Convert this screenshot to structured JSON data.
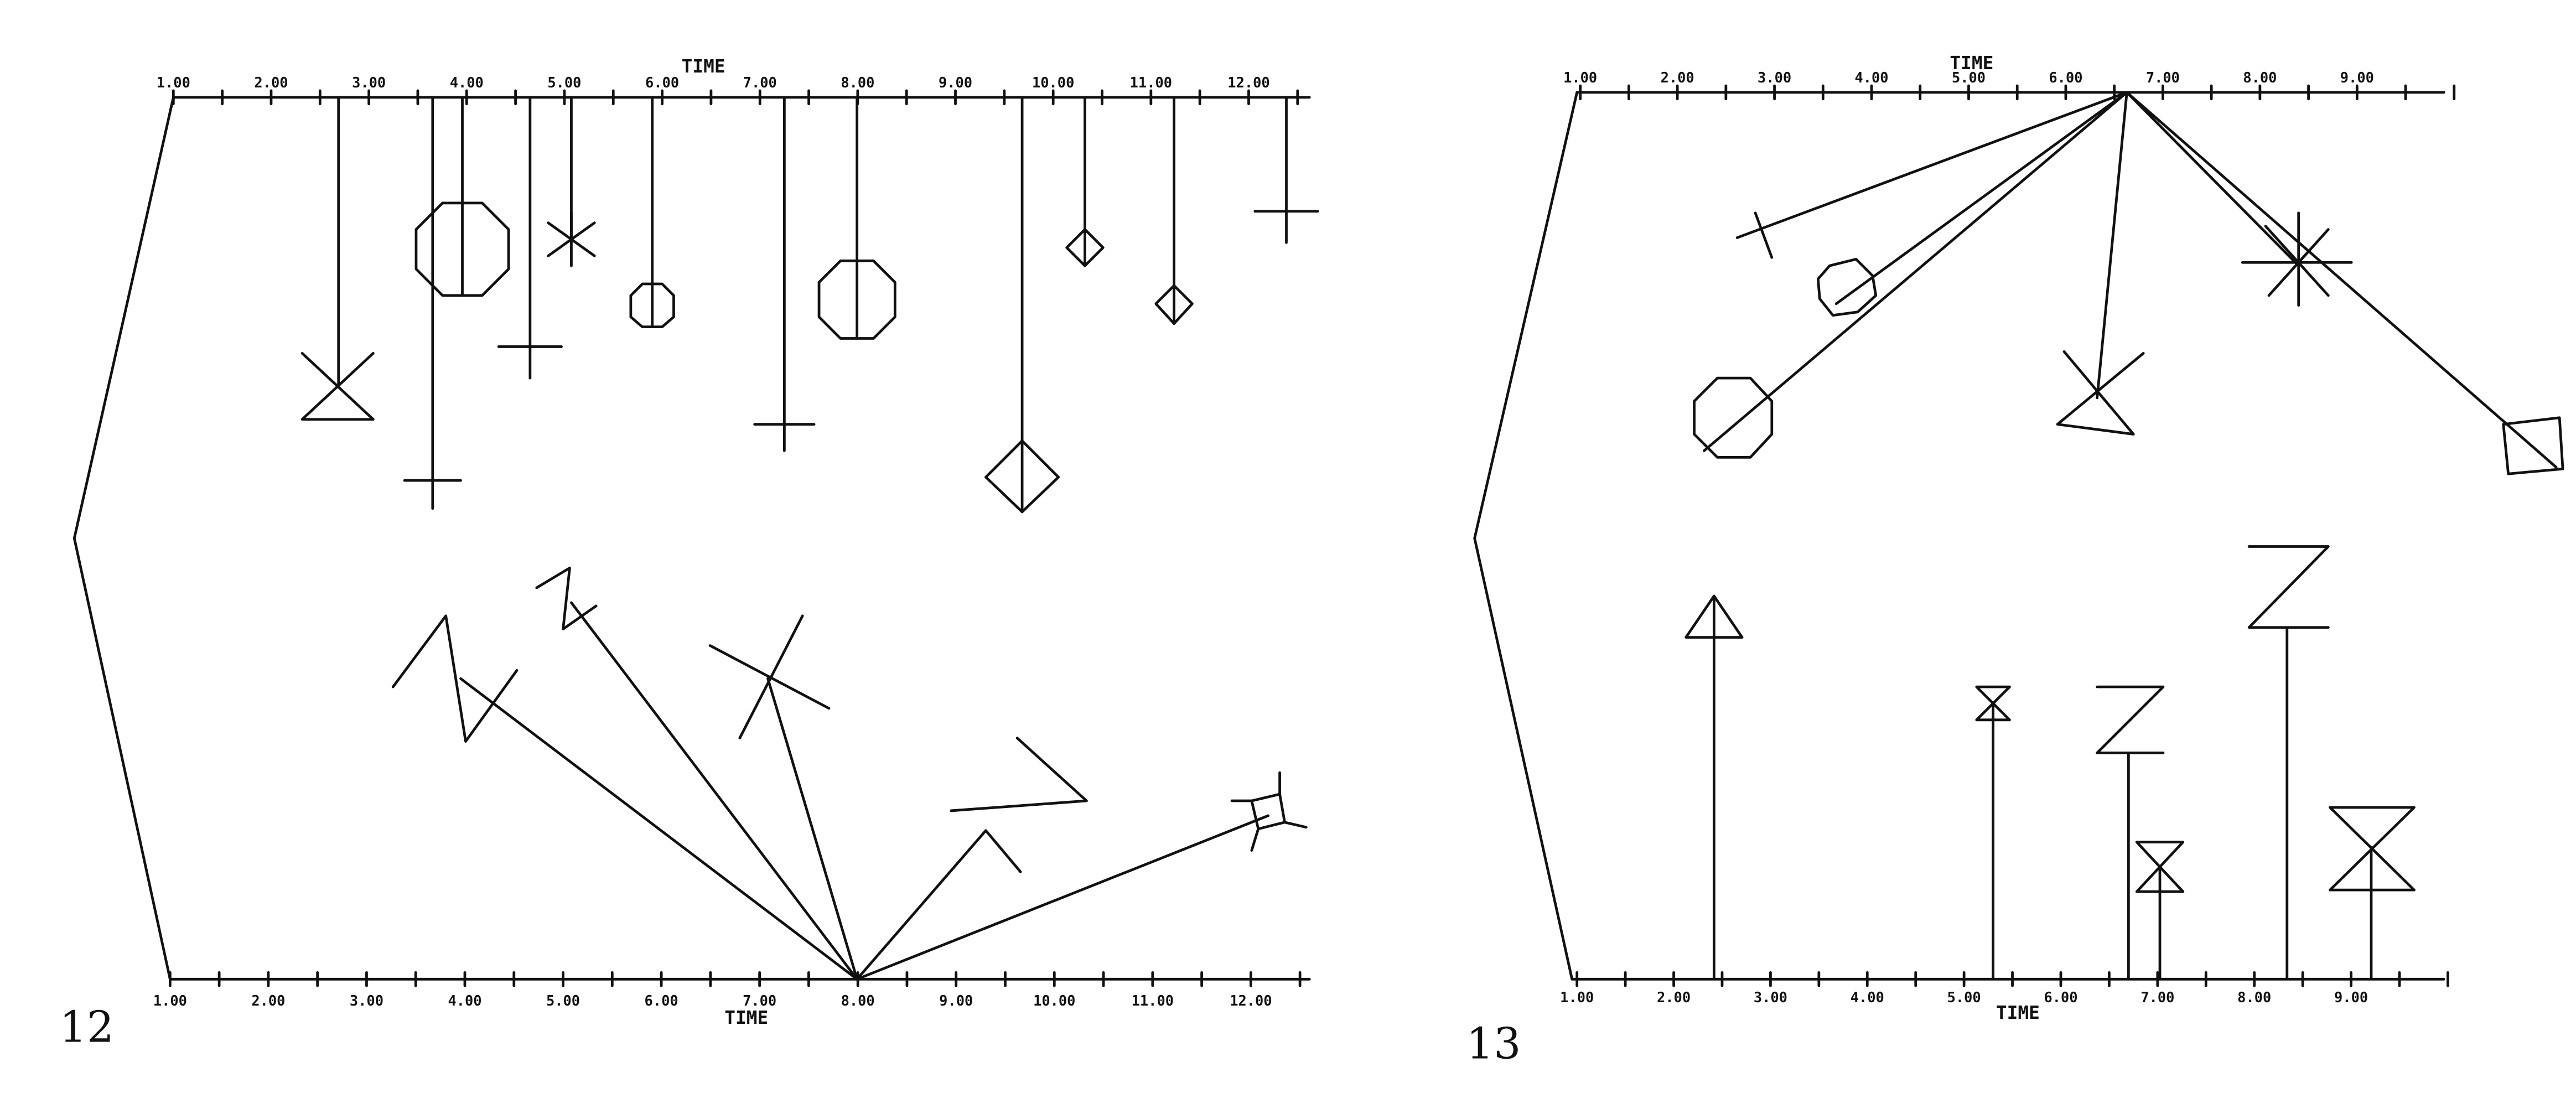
{
  "figures": [
    {
      "id": "12",
      "number": "12",
      "axis_label_top": "TIME",
      "axis_label_bottom": "TIME",
      "top_ticks": [
        "1.00",
        "2.00",
        "3.00",
        "4.00",
        "5.00",
        "6.00",
        "7.00",
        "8.00",
        "9.00",
        "10.00",
        "11.00",
        "12.00"
      ],
      "bottom_ticks": [
        "1.00",
        "2.00",
        "3.00",
        "4.00",
        "5.00",
        "6.00",
        "7.00",
        "8.00",
        "9.00",
        "10.00",
        "11.00",
        "12.00"
      ],
      "time_range": [
        1,
        12.5
      ]
    },
    {
      "id": "13",
      "number": "13",
      "axis_label_top": "TIME",
      "axis_label_bottom": "TIME",
      "top_ticks": [
        "1.00",
        "2.00",
        "3.00",
        "4.00",
        "5.00",
        "6.00",
        "7.00",
        "8.00",
        "9.00"
      ],
      "bottom_ticks": [
        "1.00",
        "2.00",
        "3.00",
        "4.00",
        "5.00",
        "6.00",
        "7.00",
        "8.00",
        "9.00"
      ],
      "time_range": [
        1,
        10
      ]
    }
  ],
  "colors": {
    "ink": "#111111",
    "paper": "#ffffff"
  }
}
